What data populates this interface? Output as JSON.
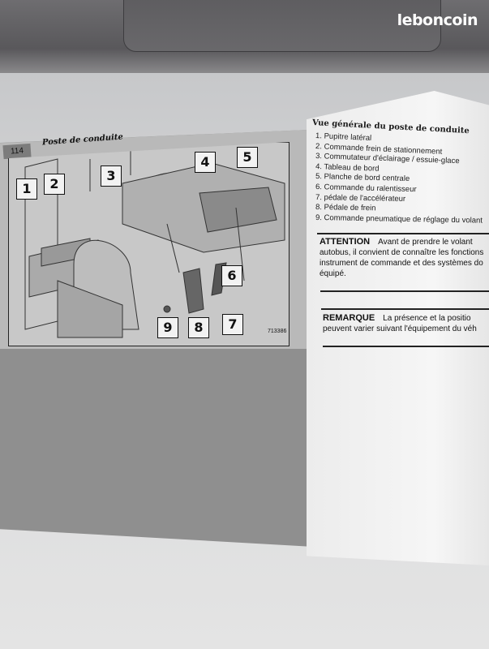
{
  "watermark": "leboncoin",
  "manual": {
    "page_number": "114",
    "section_title": "Poste de conduite",
    "figure": {
      "callouts": [
        "1",
        "2",
        "3",
        "4",
        "5",
        "6",
        "7",
        "8",
        "9"
      ],
      "code": "713386"
    },
    "right": {
      "heading": "Vue générale du poste de conduite",
      "items": [
        "1. Pupitre latéral",
        "2. Commande frein de stationnement",
        "3. Commutateur d'éclairage / essuie-glace",
        "4. Tableau de bord",
        "5. Planche de bord centrale",
        "6. Commande du ralentisseur",
        "7. pédale de l'accélérateur",
        "8. Pédale de frein",
        "9. Commande pneumatique de réglage du volant"
      ],
      "attention_label": "ATTENTION",
      "attention_lines": [
        "Avant de prendre le volant",
        "autobus, il convient de connaître les fonctions",
        "instrument de commande et des systèmes do",
        "équipé."
      ],
      "remarque_label": "REMARQUE",
      "remarque_lines": [
        "La présence et la positio",
        "peuvent varier suivant l'équipement du véh"
      ]
    }
  }
}
